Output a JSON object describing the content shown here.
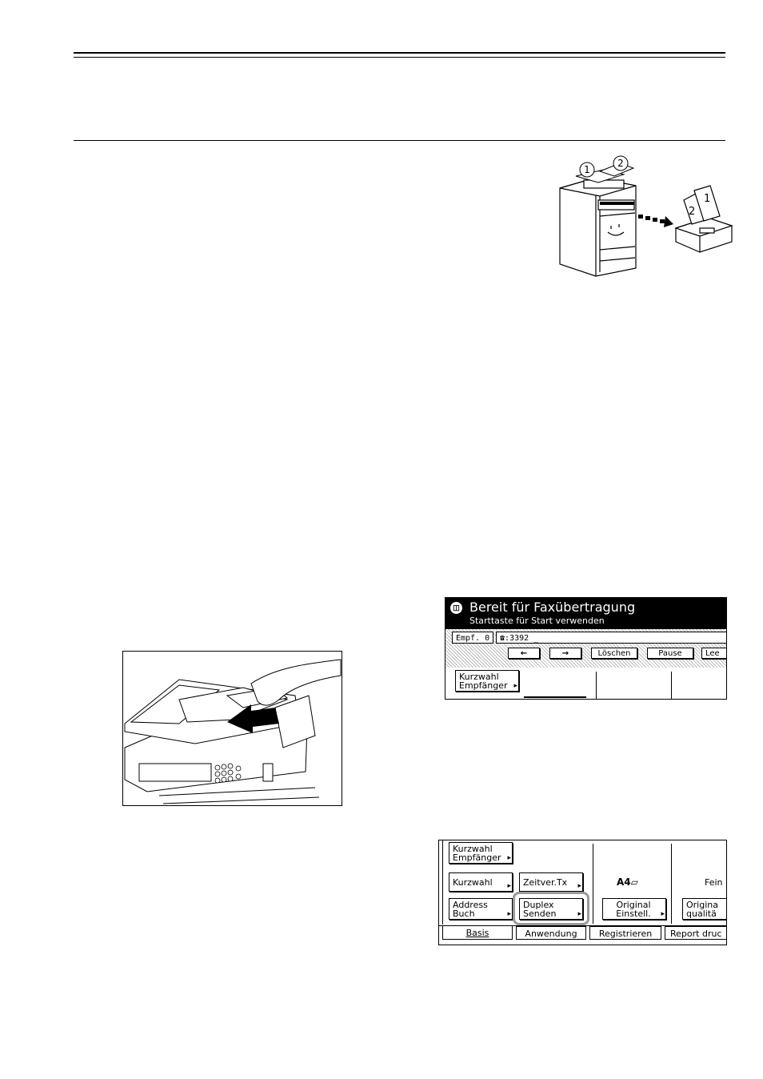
{
  "figure_labels": {
    "sheet_1": "1",
    "sheet_2": "2"
  },
  "lcd1": {
    "title": "Bereit für Faxübertragung",
    "subtitle": "Starttaste für Start verwenden",
    "recipient_field": "Empf. 0",
    "phone_prefix": "☎:",
    "phone_number": "3392 _",
    "left_arrow": "←",
    "right_arrow": "→",
    "delete_label": "Löschen",
    "pause_label": "Pause",
    "space_label": "Lee",
    "speed_dial_line1": "Kurzwahl",
    "speed_dial_line2": "Empfänger"
  },
  "lcd2": {
    "speed_dial_recipient_line1": "Kurzwahl",
    "speed_dial_recipient_line2": "Empfänger",
    "speed_dial": "Kurzwahl",
    "timer_tx": "Zeitver.Tx",
    "address_line1": "Address",
    "address_line2": "Buch",
    "duplex_line1": "Duplex",
    "duplex_line2": "Senden",
    "paper_size": "A4▱",
    "original_line1": "Original",
    "original_line2": "Einstell.",
    "fine": "Fein",
    "quality_line1": "Origina",
    "quality_line2": "qualitä",
    "tabs": [
      "Basis",
      "Anwendung",
      "Registrieren",
      "Report druc"
    ]
  }
}
